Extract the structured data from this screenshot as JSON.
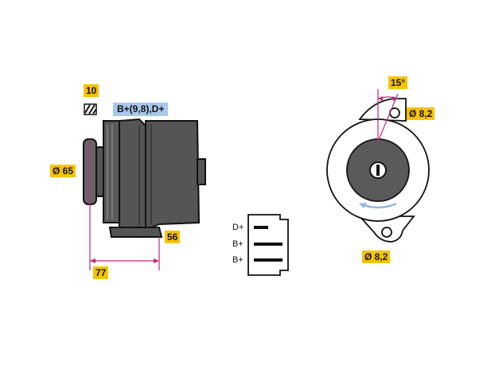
{
  "labels": {
    "poles": "10",
    "terminals": "B+(9,8),D+",
    "pulley_diameter": "Ø 65",
    "length": "77",
    "flange": "56",
    "angle": "15°",
    "hole_top": "Ø 8,2",
    "hole_bottom": "Ø 8,2"
  },
  "connector": {
    "pins": [
      "D+",
      "B+",
      "B+"
    ]
  },
  "colors": {
    "tag_yellow": "#f7c300",
    "tag_blue": "#a9c8ec",
    "dim_line": "#c0287a",
    "body_dark": "#555555",
    "arrow_blue": "#8fb4e0"
  }
}
